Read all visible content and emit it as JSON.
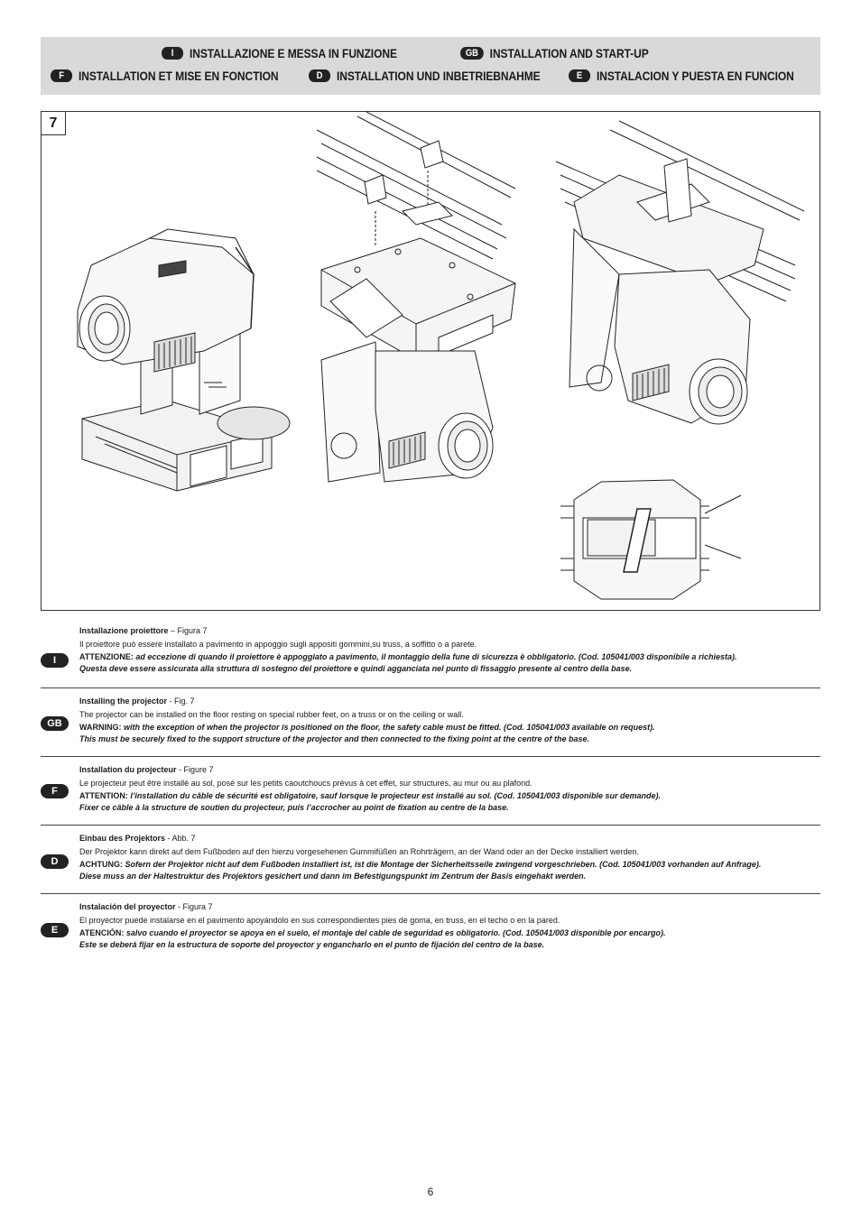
{
  "header": {
    "items": [
      {
        "badge": "I",
        "title": "INSTALLAZIONE E MESSA IN FUNZIONE"
      },
      {
        "badge": "GB",
        "title": "INSTALLATION AND START-UP"
      },
      {
        "badge": "F",
        "title": "INSTALLATION ET MISE EN FONCTION"
      },
      {
        "badge": "D",
        "title": "INSTALLATION UND INBETRIEBNAHME"
      },
      {
        "badge": "E",
        "title": "INSTALACION Y PUESTA EN FUNCION"
      }
    ]
  },
  "figure": {
    "number": "7"
  },
  "sections": [
    {
      "badge": "I",
      "heading": "Installazione proiettore",
      "ref": " – Figura 7",
      "body": "Il proiettore può essere installato a pavimento in appoggio sugli appositi gommini,su truss, a soffitto o a parete.",
      "warning_label": "ATTENZIONE:",
      "warning_line1": " ad eccezione di quando il proiettore è appoggiato a pavimento, il montaggio della fune di sicurezza è obbligatorio. (Cod. 105041/003 disponibile a richiesta).",
      "warning_line2": "Questa deve essere assicurata alla struttura di sostegno del proiettore e quindi agganciata nel punto di fissaggio presente al centro della base."
    },
    {
      "badge": "GB",
      "heading": "Installing the projector",
      "ref": " - Fig. 7",
      "body": "The projector can be installed on the floor resting on special rubber feet, on a truss or on the ceiling or wall.",
      "warning_label": "WARNING:",
      "warning_line1": " with the exception of when the projector is positioned on the floor, the safety cable must be fitted. (Cod. 105041/003 available on request).",
      "warning_line2": "This must be securely fixed to the support structure of the projector and then connected to the fixing point at the centre of the base."
    },
    {
      "badge": "F",
      "heading": "Installation du projecteur",
      "ref": " - Figure 7",
      "body": "Le projecteur peut être installé au sol, posé sur les petits caoutchoucs prévus à cet effet, sur structures, au mur ou au plafond.",
      "warning_label": "ATTENTION:",
      "warning_line1": " l’installation du câble de sécurité est obligatoire, sauf lorsque le projecteur est installé au sol. (Cod. 105041/003 disponible sur demande).",
      "warning_line2": "Fixer ce câble à la structure de soutien du projecteur, puis l’accrocher au point de fixation au centre de la base."
    },
    {
      "badge": "D",
      "heading": "Einbau des Projektors",
      "ref": " - Abb. 7",
      "body": "Der Projektor kann direkt auf dem Fußboden auf den hierzu vorgesehenen Gummifüßen an Rohrträgern, an der Wand oder an der Decke installiert werden.",
      "warning_label": "ACHTUNG:",
      "warning_line1": " Sofern der Projektor nicht auf dem Fußboden installiert ist, ist die Montage der Sicherheitsseile zwingend vorgeschrieben. (Cod. 105041/003 vorhanden auf Anfrage).",
      "warning_line2": "Diese muss an der Haltestruktur des Projektors gesichert und dann im Befestigungspunkt im Zentrum der Basis eingehakt werden."
    },
    {
      "badge": "E",
      "heading": "Instalación del proyector",
      "ref": " - Figura 7",
      "body": "El proyector puede instalarse en el pavimento apoyándolo en sus correspondientes pies de goma, en truss, en el techo o en la pared.",
      "warning_label": "ATENCIÓN:",
      "warning_line1": " salvo cuando el proyector se apoya en el suelo, el montaje del cable de seguridad es obligatorio. (Cod. 105041/003 disponible por encargo).",
      "warning_line2": "Este se deberá fijar en la estructura de soporte del proyector y engancharlo en el punto de fijación del centro de la base."
    }
  ],
  "page_number": "6"
}
